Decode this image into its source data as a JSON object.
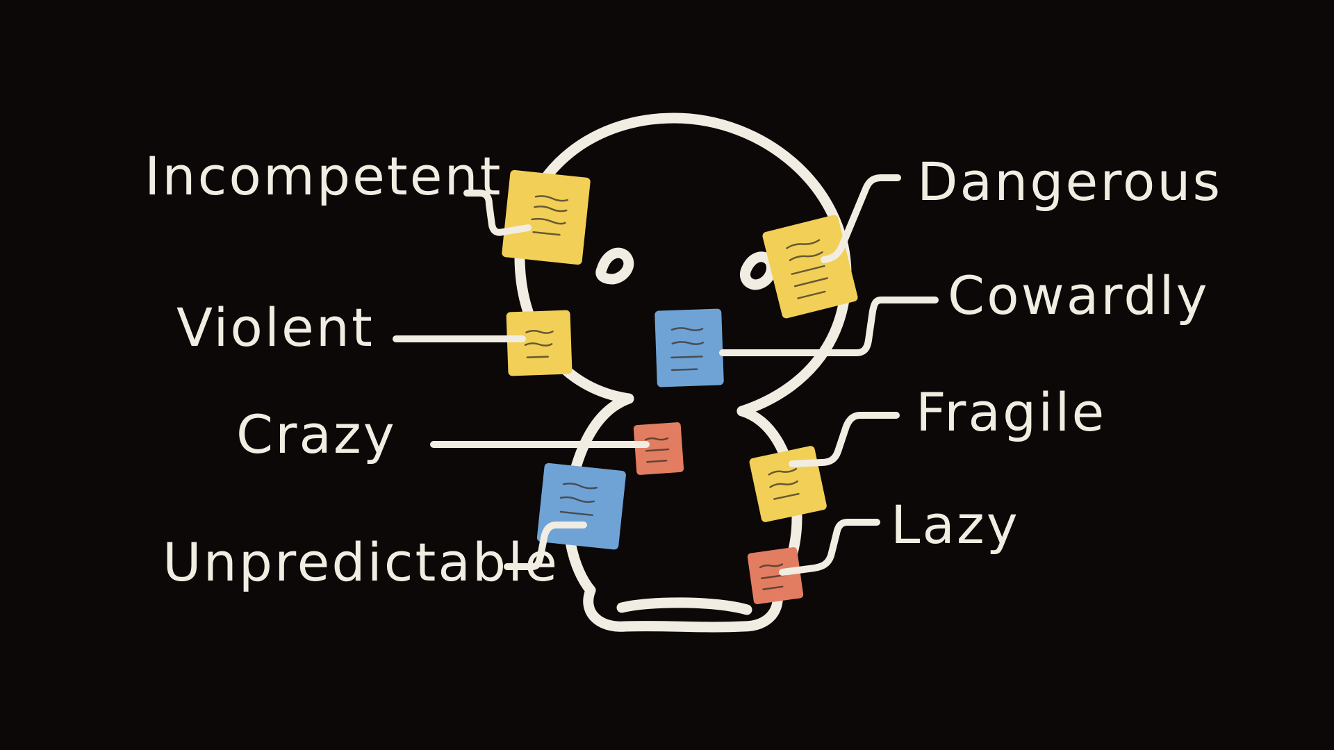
{
  "labels": {
    "incompetent": "Incompetent",
    "violent": "Violent",
    "crazy": "Crazy",
    "unpredictable": "Unpredictable",
    "dangerous": "Dangerous",
    "cowardly": "Cowardly",
    "fragile": "Fragile",
    "lazy": "Lazy"
  },
  "colors": {
    "background": "#0b0807",
    "chalk": "#f1ede2",
    "note_yellow": "#f2cf56",
    "note_blue": "#6fa3d6",
    "note_red": "#e37d62"
  }
}
